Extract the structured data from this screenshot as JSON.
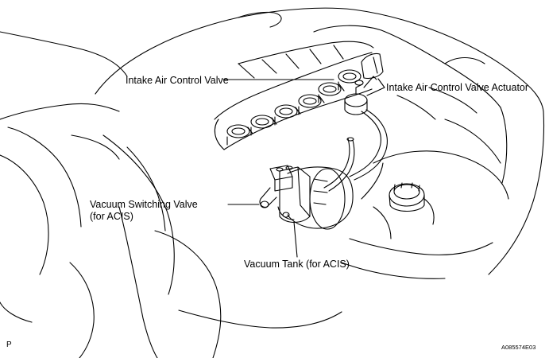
{
  "labels": {
    "intake_air_control_valve": "Intake Air Control Valve",
    "intake_air_control_valve_actuator": "Intake Air Control Valve Actuator",
    "vacuum_switching_valve_line1": "Vacuum Switching Valve",
    "vacuum_switching_valve_line2": "(for ACIS)",
    "vacuum_tank": "Vacuum Tank (for ACIS)"
  },
  "footer": {
    "corner_mark": "P",
    "figure_code": "A085574E03"
  },
  "colors": {
    "line": "#000000",
    "background": "#ffffff"
  }
}
